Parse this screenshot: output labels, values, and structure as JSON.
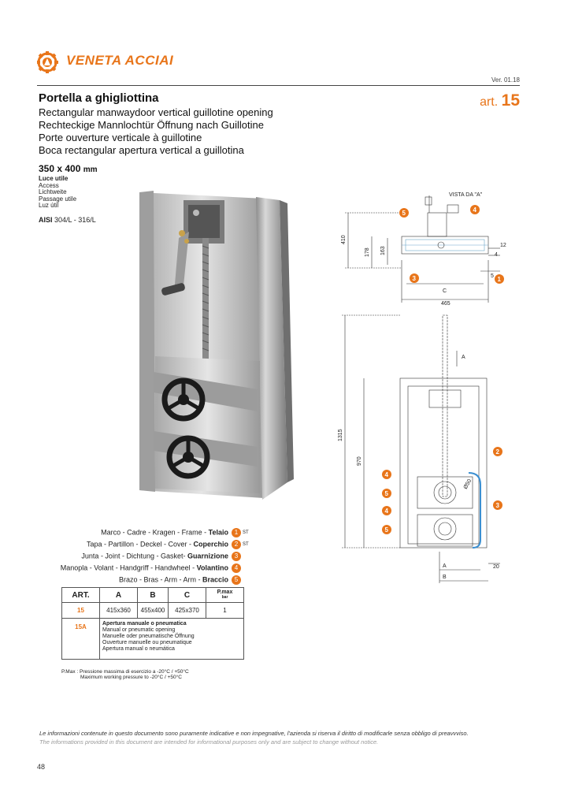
{
  "header": {
    "logo_text": "VENETA ACCIAI",
    "version": "Ver. 01.18",
    "art_prefix": "art.",
    "art_number": "15"
  },
  "title": {
    "main": "Portella a ghigliottina",
    "en": "Rectangular manwaydoor vertical guillotine opening",
    "de": "Rechteckige Mannlochtür Öffnung nach Guillotine",
    "fr": "Porte ouverture verticale à guillotine",
    "es": "Boca rectangular apertura vertical a guillotina"
  },
  "size": {
    "value": "350 x 400",
    "unit": "mm"
  },
  "access": {
    "it": "Luce utile",
    "en": "Access",
    "de": "Lichtweite",
    "fr": "Passage utile",
    "es": "Luz útil"
  },
  "aisi": {
    "label": "AISI",
    "value": "304/L - 316/L"
  },
  "drawing": {
    "view_label": "VISTA DA \"A\"",
    "dims": [
      "410",
      "178",
      "163",
      "12",
      "4",
      "5",
      "C",
      "465",
      "1315",
      "970",
      "A",
      "B",
      "20",
      "A",
      "Ø50"
    ]
  },
  "legend": [
    {
      "text": "Marco - Cadre - Kragen - Frame - ",
      "bold": "Telaio",
      "num": "1",
      "st": "ST"
    },
    {
      "text": "Tapa - Partillon - Deckel - Cover - ",
      "bold": "Coperchio",
      "num": "2",
      "st": "ST"
    },
    {
      "text": "Junta - Joint - Dichtung - Gasket- ",
      "bold": "Guarnizione",
      "num": "3",
      "st": ""
    },
    {
      "text": "Manopla - Volant - Handgriff - Handwheel - ",
      "bold": "Volantino",
      "num": "4",
      "st": ""
    },
    {
      "text": "Brazo - Bras - Arm - Arm - ",
      "bold": "Braccio",
      "num": "5",
      "st": ""
    }
  ],
  "table": {
    "headers": [
      "ART.",
      "A",
      "B",
      "C",
      "P.max",
      "bar"
    ],
    "row1": [
      "15",
      "415x360",
      "455x400",
      "425x370",
      "1"
    ],
    "row2": {
      "art": "15A",
      "title": "Apertura manuale o pneumatica",
      "lines": [
        "Manual or pneumatic opening",
        "Manuelle oder pneumatische Öffnung",
        "Ouverture manuelle ou pneumatique",
        "Apertura manual o neumática"
      ]
    }
  },
  "pnote": {
    "line1": "P.Max : Pressione massima di esercizio a -20°C / +50°C",
    "line2": "Maximum working pressure to -20°C / +50°C"
  },
  "footer": {
    "disclaimer_it": "Le informazioni contenute in questo documento sono puramente indicative e non impegnative, l'azienda si riserva il diritto di modificarle senza obbligo di preavvviso.",
    "disclaimer_en": "The informations provided in this document are intended for informational purposes only and are subject to change without notice.",
    "page_number": "48"
  },
  "colors": {
    "accent": "#e8751a"
  }
}
